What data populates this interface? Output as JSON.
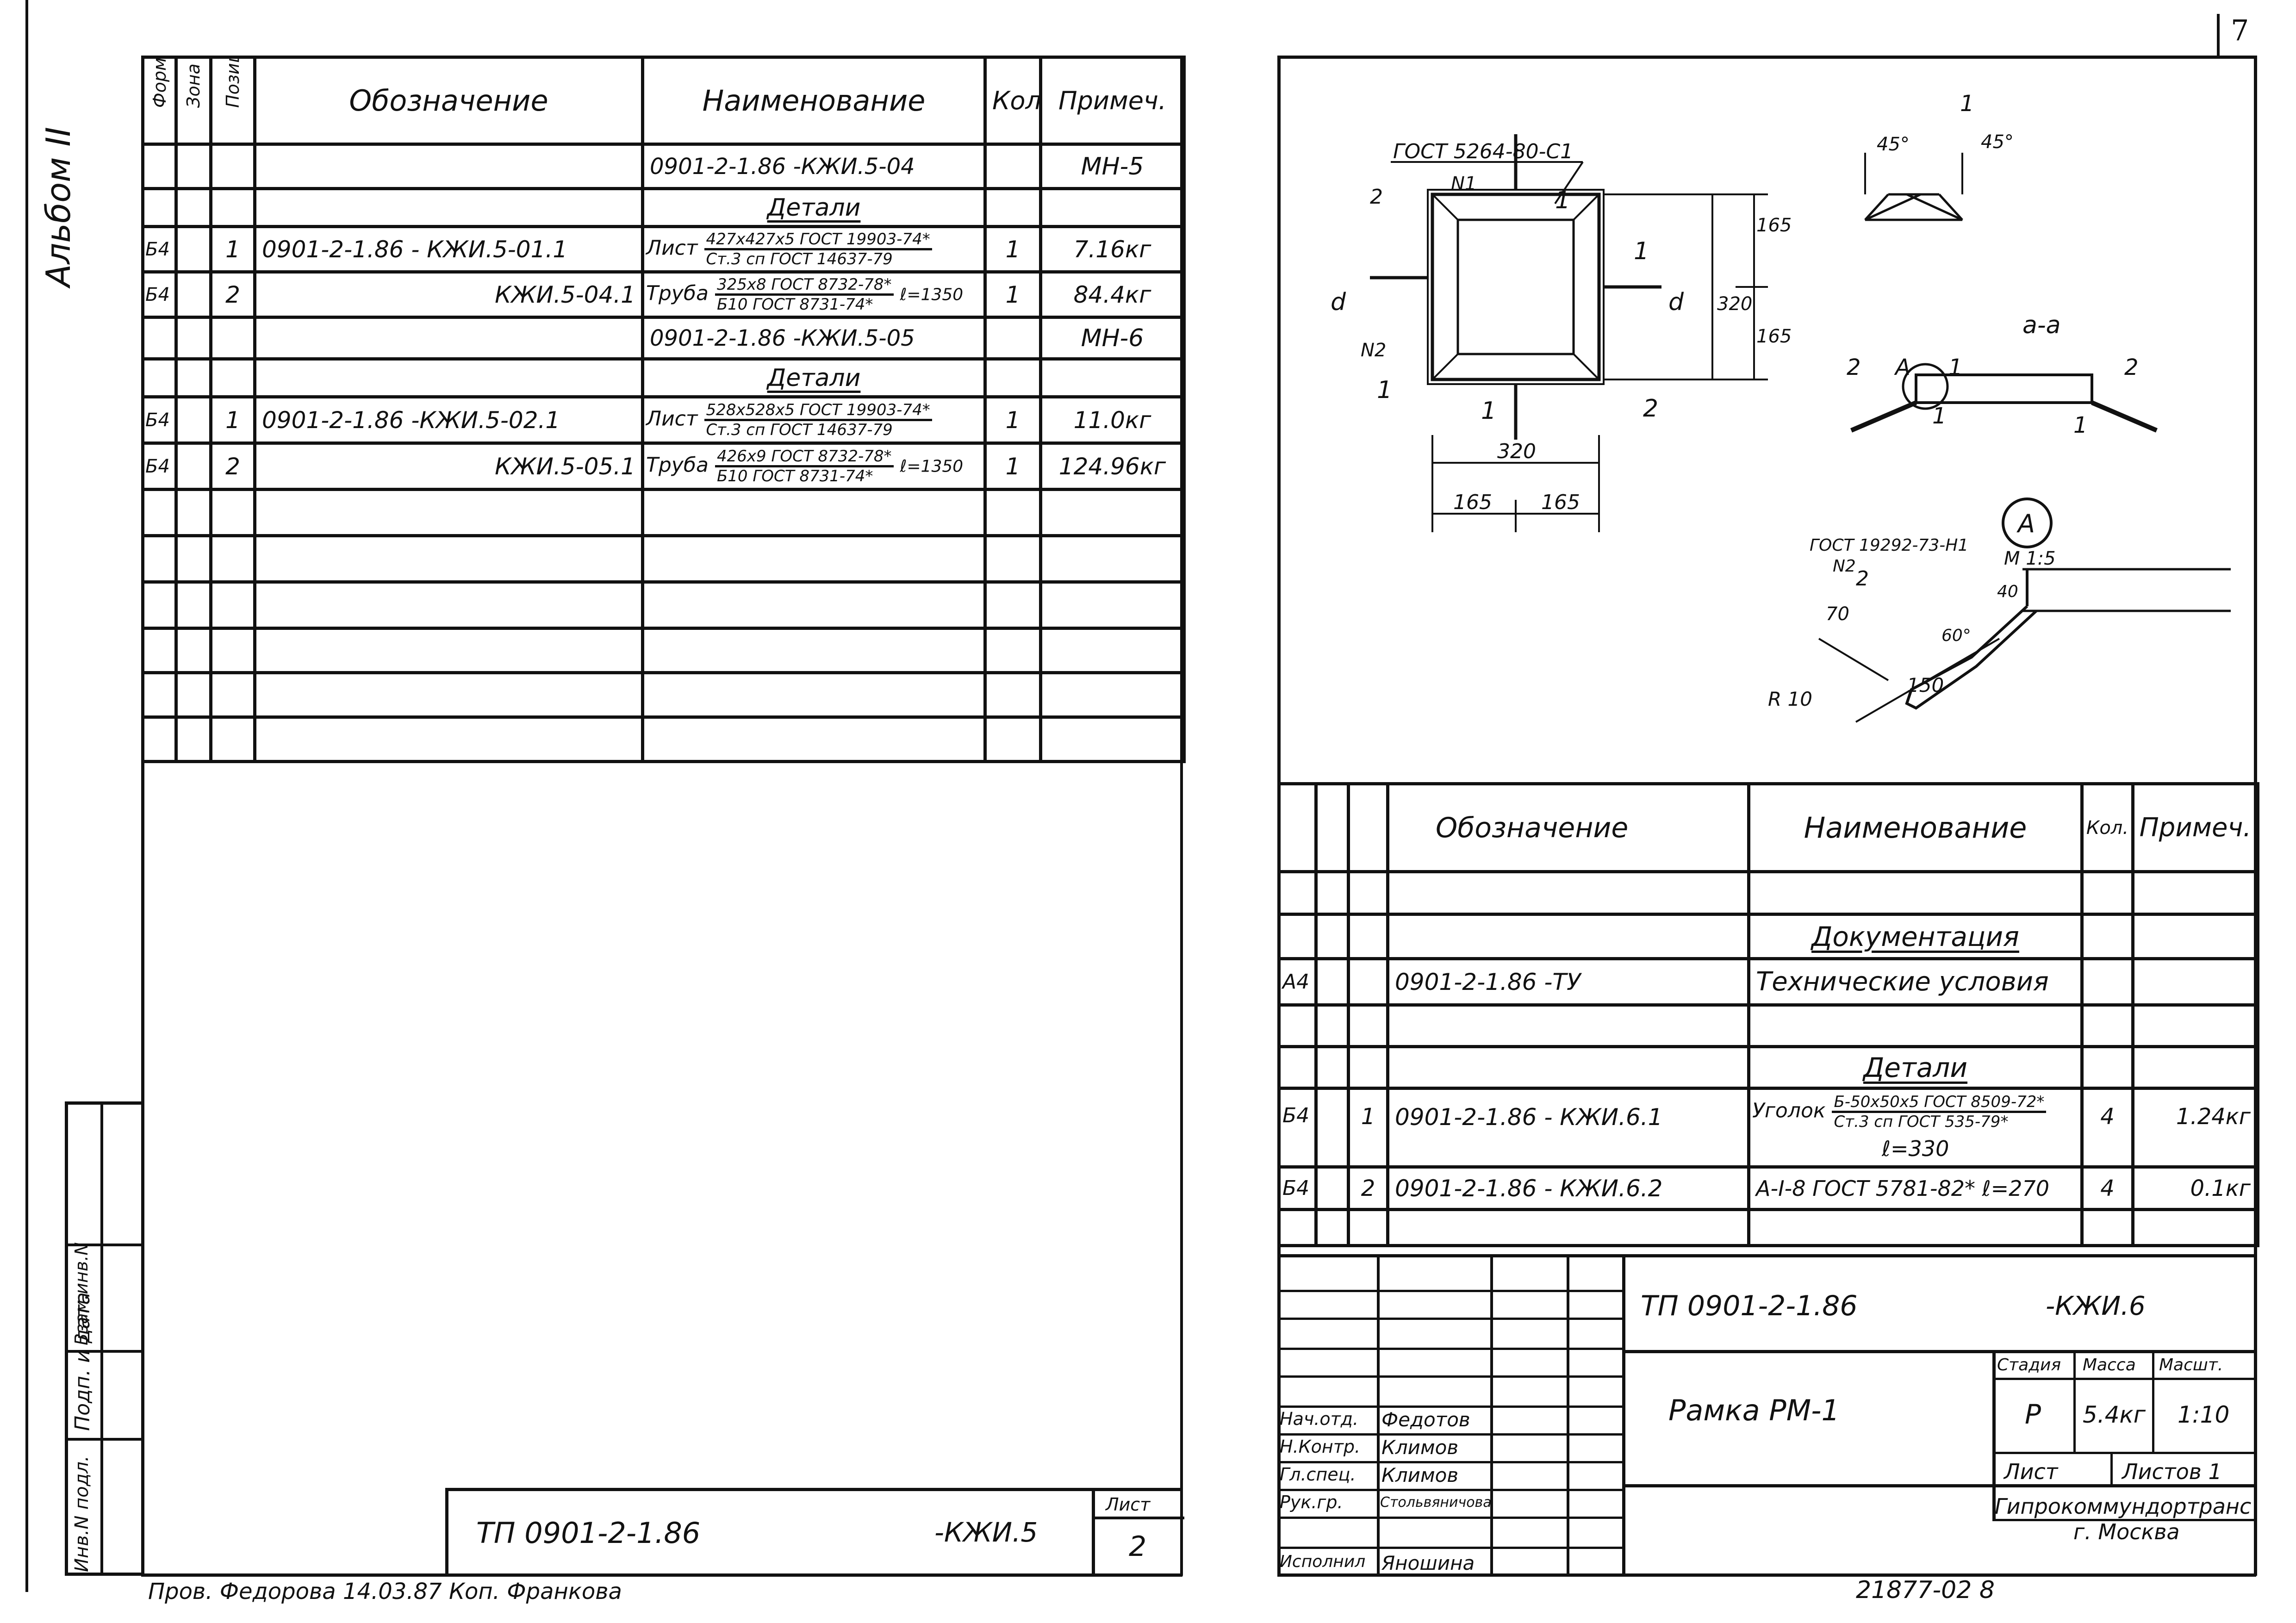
{
  "sheet_number": "7",
  "album_label": "Альбом II",
  "top_spec": {
    "headers": [
      "Формат",
      "Зона",
      "Позиц.",
      "Обозначение",
      "Наименование",
      "Кол.",
      "Примеч."
    ],
    "rows": [
      {
        "fmt": "",
        "pos": "",
        "designation": "",
        "name_plain": "0901-2-1.86    -КЖИ.5-04",
        "qty": "",
        "note": "МН-5"
      },
      {
        "section": "Детали"
      },
      {
        "fmt": "Б4",
        "pos": "1",
        "designation": "0901-2-1.86    - КЖИ.5-01.1",
        "name_prefix": "Лист",
        "name_num": "427х427х5 ГОСТ 19903-74*",
        "name_den": "Ст.3 сп ГОСТ 14637-79",
        "name_suffix": "",
        "qty": "1",
        "note": "7.16кг"
      },
      {
        "fmt": "Б4",
        "pos": "2",
        "designation": "КЖИ.5-04.1",
        "name_prefix": "Труба",
        "name_num": "325х8 ГОСТ 8732-78*",
        "name_den": "Б10 ГОСТ 8731-74*",
        "name_suffix": "ℓ=1350",
        "qty": "1",
        "note": "84.4кг"
      },
      {
        "fmt": "",
        "pos": "",
        "designation": "",
        "name_plain": "0901-2-1.86    -КЖИ.5-05",
        "qty": "",
        "note": "МН-6"
      },
      {
        "section": "Детали"
      },
      {
        "fmt": "Б4",
        "pos": "1",
        "designation": "0901-2-1.86    -КЖИ.5-02.1",
        "name_prefix": "Лист",
        "name_num": "528х528х5 ГОСТ 19903-74*",
        "name_den": "Ст.3 сп ГОСТ 14637-79",
        "name_suffix": "",
        "qty": "1",
        "note": "11.0кг"
      },
      {
        "fmt": "Б4",
        "pos": "2",
        "designation": "КЖИ.5-05.1",
        "name_prefix": "Труба",
        "name_num": "426х9 ГОСТ 8732-78*",
        "name_den": "Б10 ГОСТ 8731-74*",
        "name_suffix": "ℓ=1350",
        "qty": "1",
        "note": "124.96кг"
      }
    ],
    "empty_rows": 6
  },
  "left_stamp": {
    "labels": [
      "Инв.N подл.",
      "Подп. и дата",
      "Взам.инв.N"
    ]
  },
  "bottom_left_titleblock": {
    "code": "ТП     0901-2-1.86",
    "suffix": "-КЖИ.5",
    "sheet_label": "Лист",
    "sheet_value": "2"
  },
  "footer": {
    "left_note": "Пров. Федорова 14.03.87   Коп. Франкова",
    "right_note": "21877-02  8"
  },
  "drawing": {
    "gost_top": "ГОСТ 5264-80-С1",
    "n1": "N1",
    "n2": "N2",
    "dim_320": "320",
    "dim_165": "165",
    "dim_d": "d",
    "angle_45": "45°",
    "section_aa": "а-а",
    "mark_A": "А",
    "gost_detail": "ГОСТ 19292-73-Н1",
    "scale": "М 1:5",
    "dim_70": "70",
    "dim_40": "40",
    "dim_150": "150",
    "angle_60": "60°",
    "r10": "R 10",
    "num_1": "1",
    "num_2": "2"
  },
  "bottom_spec": {
    "headers": [
      "Обозначение",
      "Наименование",
      "Кол.",
      "Примеч."
    ],
    "section_doc": "Документация",
    "doc_row": {
      "fmt": "А4",
      "designation": "0901-2-1.86      -ТУ",
      "name": "Технические условия"
    },
    "section_details": "Детали",
    "rows": [
      {
        "fmt": "Б4",
        "pos": "1",
        "designation": "0901-2-1.86        - КЖИ.6.1",
        "name_prefix": "Уголок",
        "name_num": "Б-50х50х5 ГОСТ 8509-72*",
        "name_den": "Ст.3 сп ГОСТ 535-79*",
        "qty": "4",
        "note": "1.24кг",
        "extra": "ℓ=330"
      },
      {
        "fmt": "Б4",
        "pos": "2",
        "designation": "0901-2-1.86        - КЖИ.6.2",
        "name": "А-I-8 ГОСТ 5781-82*  ℓ=270",
        "qty": "4",
        "note": "0.1кг"
      }
    ]
  },
  "title_block": {
    "code": "ТП     0901-2-1.86",
    "suffix": "-КЖИ.6",
    "title": "Рамка  РМ-1",
    "stage_label": "Стадия",
    "mass_label": "Масса",
    "scale_label": "Масшт.",
    "stage": "Р",
    "mass": "5.4кг",
    "scale": "1:10",
    "sheet_label": "Лист",
    "sheets_label": "Листов 1",
    "org": "Гипрокоммундортранс",
    "city": "г. Москва",
    "people": [
      {
        "role": "Нач.отд.",
        "name": "Федотов"
      },
      {
        "role": "Н.Контр.",
        "name": "Климов"
      },
      {
        "role": "Гл.спец.",
        "name": "Климов"
      },
      {
        "role": "Рук.гр.",
        "name": "Стольвяничова"
      },
      {
        "role": "Исполнил",
        "name": "Яношина"
      }
    ]
  }
}
